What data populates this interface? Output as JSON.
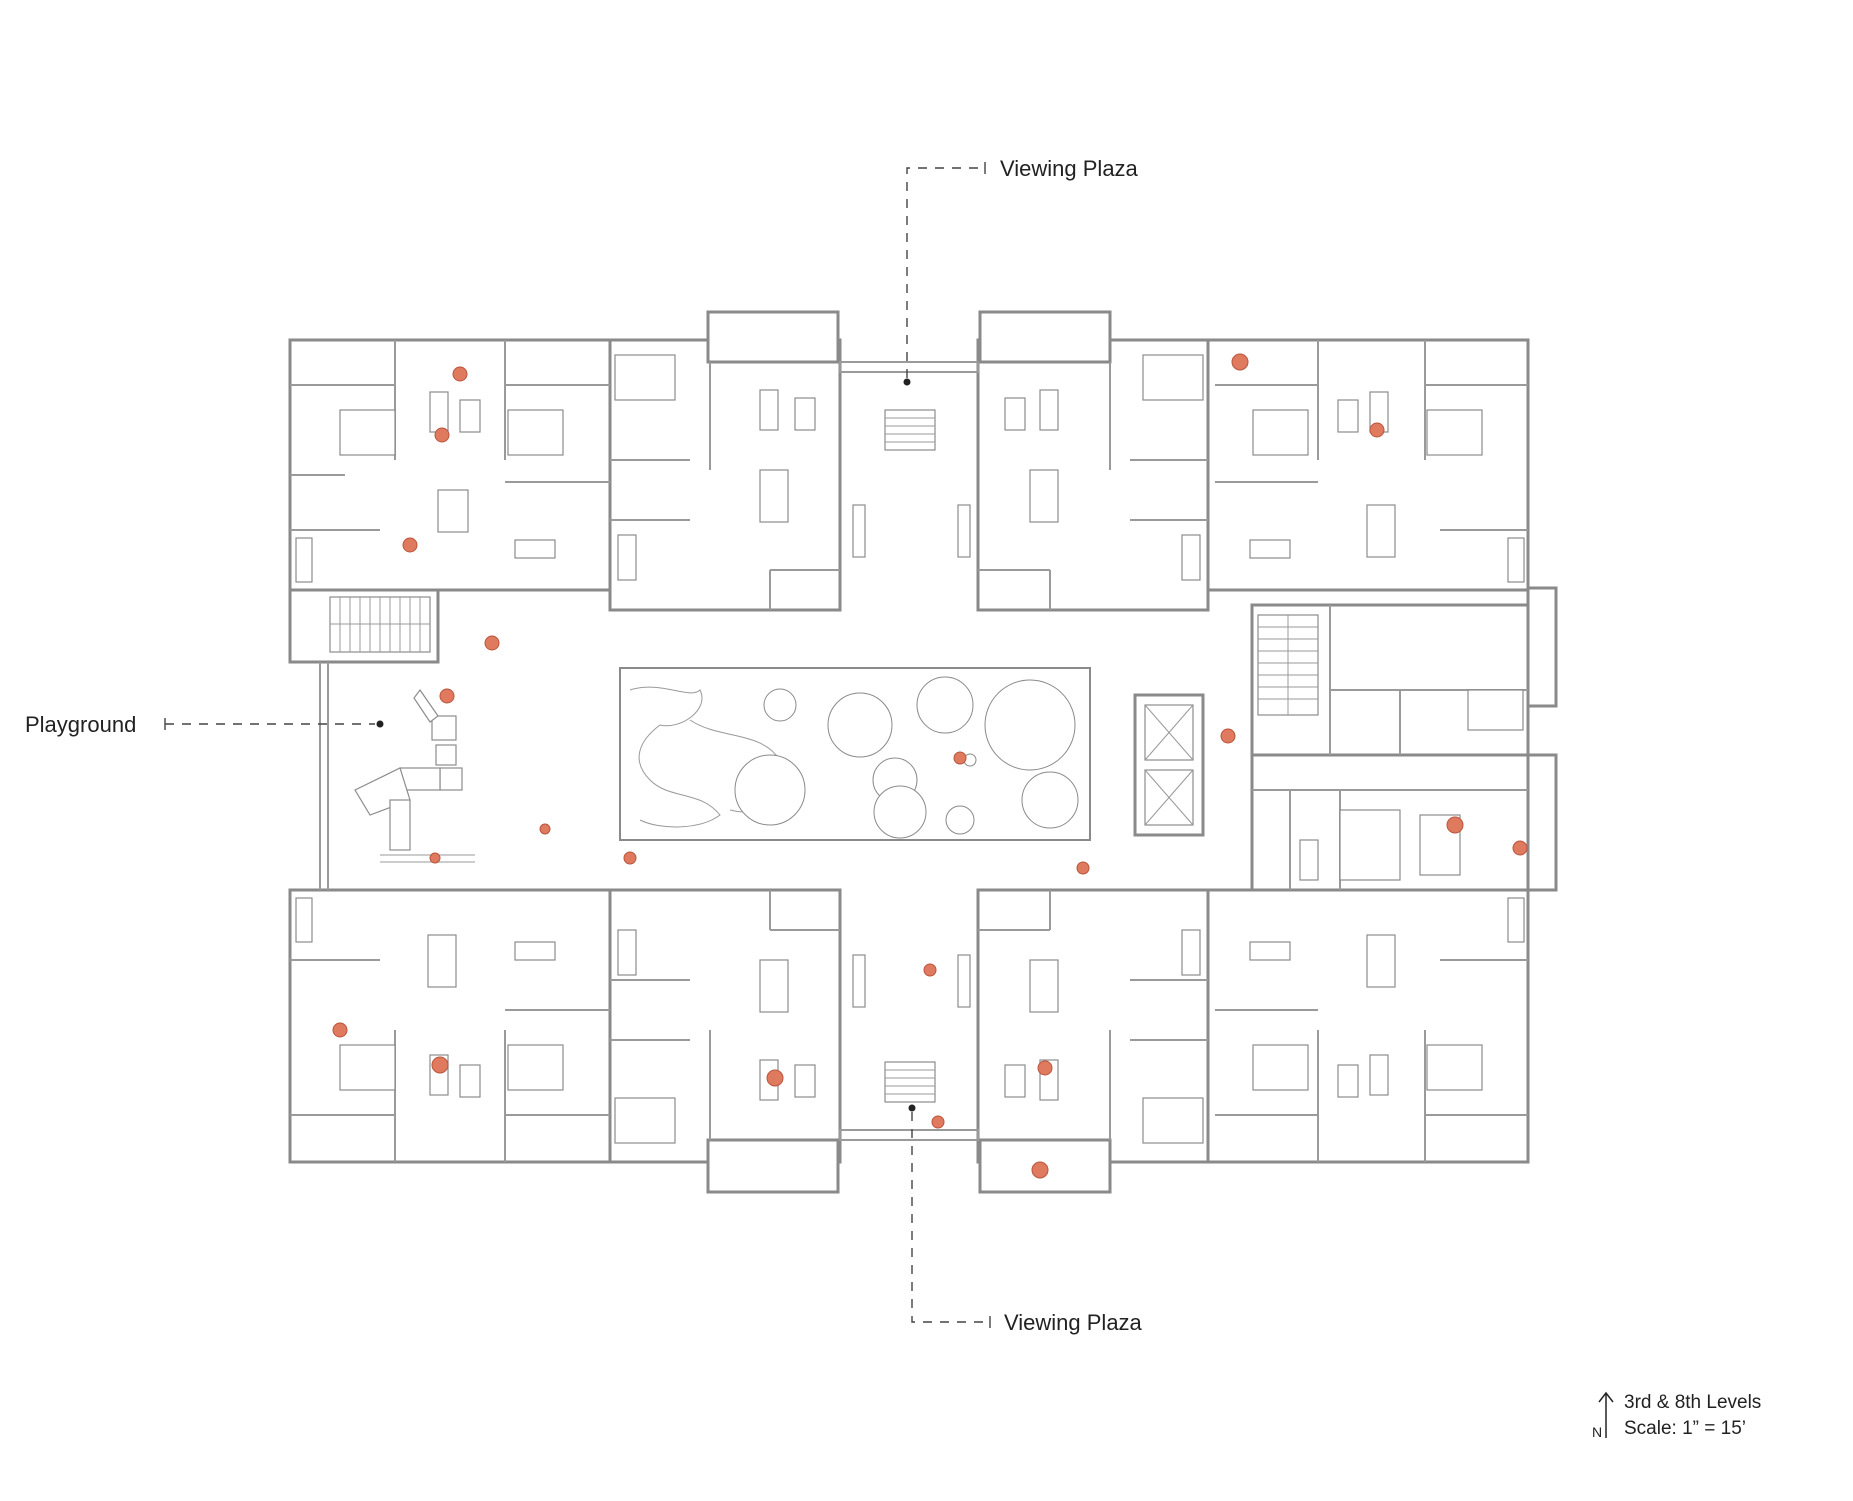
{
  "labels": {
    "viewing_plaza_top": "Viewing Plaza",
    "viewing_plaza_bottom": "Viewing Plaza",
    "playground": "Playground"
  },
  "legend": {
    "north_letter": "N",
    "level_text": "3rd & 8th Levels",
    "scale_text": "Scale: 1” = 15’"
  },
  "colors": {
    "people": "#e07a5f",
    "walls": "#8a8a8a",
    "background": "#ffffff"
  },
  "icons": [
    "north-arrow-icon",
    "person-icon",
    "tree-icon",
    "bed-icon",
    "sofa-icon",
    "stair-icon",
    "slide-icon"
  ]
}
